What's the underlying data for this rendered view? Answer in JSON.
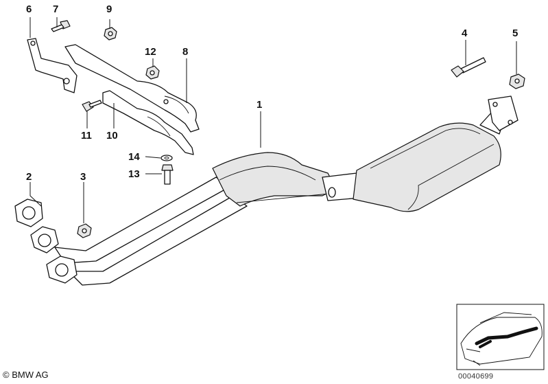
{
  "diagram": {
    "callouts": [
      {
        "id": "c1",
        "text": "1"
      },
      {
        "id": "c2",
        "text": "2"
      },
      {
        "id": "c3",
        "text": "3"
      },
      {
        "id": "c4",
        "text": "4"
      },
      {
        "id": "c5",
        "text": "5"
      },
      {
        "id": "c6",
        "text": "6"
      },
      {
        "id": "c7",
        "text": "7"
      },
      {
        "id": "c8",
        "text": "8"
      },
      {
        "id": "c9",
        "text": "9"
      },
      {
        "id": "c10",
        "text": "10"
      },
      {
        "id": "c11",
        "text": "11"
      },
      {
        "id": "c12",
        "text": "12"
      },
      {
        "id": "c13",
        "text": "13"
      },
      {
        "id": "c14",
        "text": "14"
      }
    ],
    "copyright": "© BMW AG",
    "doc_number": "00040699"
  }
}
